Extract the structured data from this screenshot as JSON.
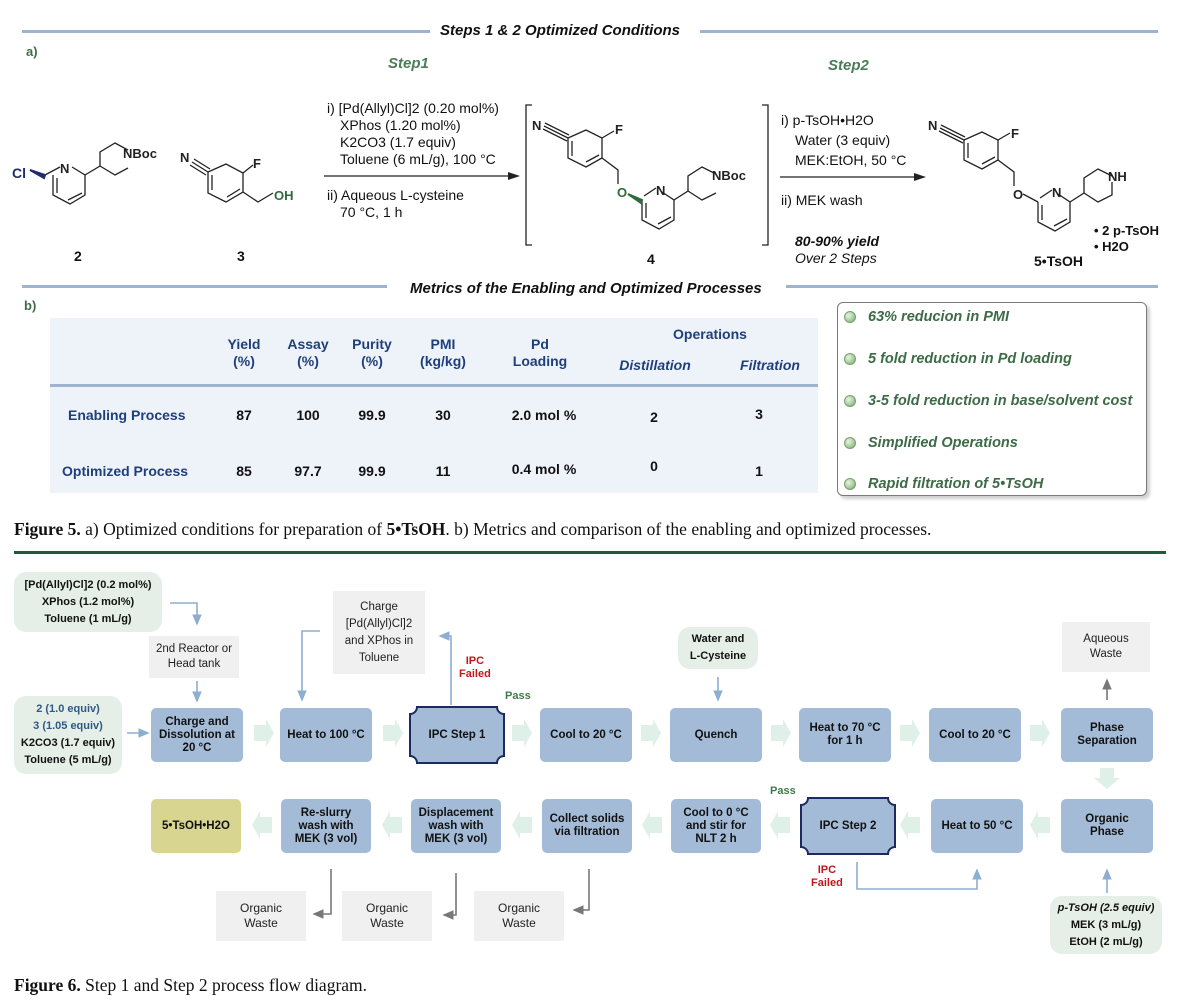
{
  "figure5": {
    "section_a_title": "Steps 1 & 2 Optimized Conditions",
    "panel_a_label": "a)",
    "step1_title": "Step1",
    "step2_title": "Step2",
    "compounds": {
      "c2": {
        "label": "2",
        "atoms": {
          "cl": "Cl",
          "n": "N",
          "nboc": "NBoc"
        }
      },
      "c3": {
        "label": "3",
        "atoms": {
          "n": "N",
          "f": "F",
          "oh": "OH"
        }
      },
      "c4": {
        "label": "4",
        "atoms": {
          "n1": "N",
          "f": "F",
          "o": "O",
          "n2": "N",
          "nboc": "NBoc"
        }
      },
      "c5": {
        "label": "5•TsOH",
        "atoms": {
          "n1": "N",
          "f": "F",
          "o": "O",
          "n2": "N",
          "nh": "NH"
        },
        "salt_line1": "• 2 p-TsOH",
        "salt_line2": "• H2O"
      }
    },
    "step1_conditions": {
      "line1": "i) [Pd(Allyl)Cl]2 (0.20 mol%)",
      "line2": "XPhos (1.20 mol%)",
      "line3": "K2CO3 (1.7 equiv)",
      "line4": "Toluene (6 mL/g), 100 °C",
      "line5": "ii) Aqueous  L-cysteine",
      "line6": "70 °C, 1 h"
    },
    "step2_conditions": {
      "line1": "i) p-TsOH•H2O",
      "line2": "Water (3 equiv)",
      "line3": "MEK:EtOH, 50 °C",
      "line4": "ii) MEK wash",
      "yield": "80-90% yield",
      "yield_note": "Over 2 Steps"
    },
    "section_b_title": "Metrics of the Enabling and Optimized Processes",
    "panel_b_label": "b)",
    "table": {
      "operations_header": "Operations",
      "columns": [
        {
          "l1": "Yield",
          "l2": "(%)"
        },
        {
          "l1": "Assay",
          "l2": "(%)"
        },
        {
          "l1": "Purity",
          "l2": "(%)"
        },
        {
          "l1": "PMI",
          "l2": "(kg/kg)"
        },
        {
          "l1": "Pd",
          "l2": "Loading"
        },
        {
          "l1": "Distillation",
          "l2": ""
        },
        {
          "l1": "Filtration",
          "l2": ""
        }
      ],
      "rows": [
        {
          "label": "Enabling Process",
          "values": [
            "87",
            "100",
            "99.9",
            "30",
            "2.0 mol %",
            "2",
            "3"
          ]
        },
        {
          "label": "Optimized Process",
          "values": [
            "85",
            "97.7",
            "99.9",
            "11",
            "0.4 mol %",
            "0",
            "1"
          ]
        }
      ]
    },
    "highlights": [
      "63% reducion in PMI",
      "5 fold reduction in Pd loading",
      "3-5 fold reduction in base/solvent cost",
      "Simplified Operations",
      "Rapid filtration of 5•TsOH"
    ],
    "caption": {
      "label": "Figure 5.",
      "text_a": " a) Optimized conditions for preparation of ",
      "compound": "5•TsOH",
      "text_b": ". b) Metrics and comparison of the enabling and optimized processes."
    }
  },
  "figure6": {
    "reagents": {
      "catalyst": [
        "[Pd(Allyl)Cl]2  (0.2 mol%)",
        "XPhos (1.2 mol%)",
        "Toluene (1 mL/g)"
      ],
      "start": [
        "2 (1.0 equiv)",
        "3 (1.05 equiv)",
        "K2CO3 (1.7 equiv)",
        "Toluene (5 mL/g)"
      ],
      "quench": [
        "Water and",
        "L-Cysteine"
      ],
      "acid": [
        "p-TsOH (2.5 equiv)",
        "MEK (3 mL/g)",
        "EtOH (2 mL/g)"
      ]
    },
    "aux": {
      "head_tank": [
        "2nd Reactor or",
        "Head tank"
      ],
      "recharge": [
        "Charge",
        "[Pd(Allyl)Cl]2",
        "and XPhos in",
        "Toluene"
      ],
      "aqueous_waste": [
        "Aqueous",
        "Waste"
      ],
      "organic_waste": [
        "Organic",
        "Waste"
      ]
    },
    "row1": [
      [
        "Charge and",
        "Dissolution at",
        "20 °C"
      ],
      [
        "Heat to 100 °C"
      ],
      [
        "IPC Step 1"
      ],
      [
        "Cool to 20 °C"
      ],
      [
        "Quench"
      ],
      [
        "Heat to 70 °C",
        "for 1 h"
      ],
      [
        "Cool to 20 °C"
      ],
      [
        "Phase",
        "Separation"
      ]
    ],
    "row2": [
      [
        "Organic",
        "Phase"
      ],
      [
        "Heat to 50 °C"
      ],
      [
        "IPC Step 2"
      ],
      [
        "Cool to 0 °C",
        "and stir for",
        "NLT 2 h"
      ],
      [
        "Collect solids",
        "via filtration"
      ],
      [
        "Displacement",
        "wash with",
        "MEK (3 vol)"
      ],
      [
        "Re-slurry",
        "wash with",
        "MEK (3 vol)"
      ],
      [
        "5•TsOH•H2O"
      ]
    ],
    "pass_label": "Pass",
    "fail_label": [
      "IPC",
      "Failed"
    ],
    "caption": {
      "label": "Figure 6.",
      "text": " Step 1 and Step 2 process flow diagram."
    }
  }
}
